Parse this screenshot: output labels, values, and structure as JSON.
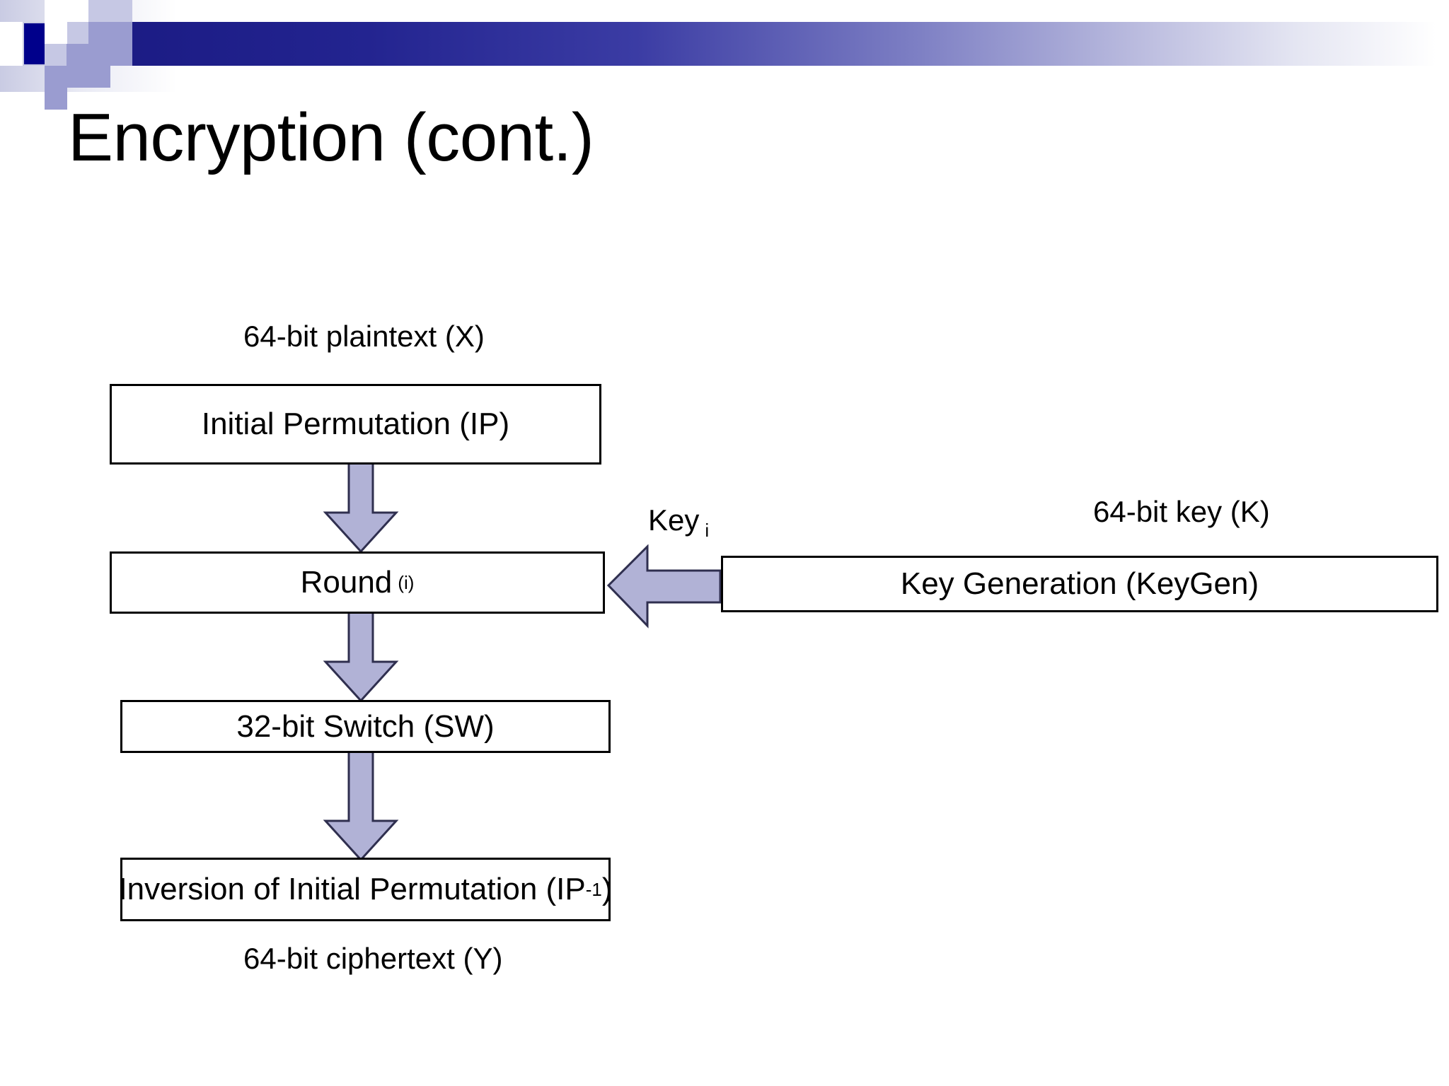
{
  "slide": {
    "title": "Encryption (cont.)"
  },
  "header": {
    "accent_dark": "#00008b",
    "accent_mid": "#9a9cd0",
    "accent_light": "#c6c8e4",
    "band_gradient_from": "#1b1b84",
    "band_gradient_to": "#ffffff"
  },
  "diagram": {
    "type": "flowchart",
    "fill_color": "#b1b2d6",
    "stroke_color": "#2f2f4f",
    "box_border_color": "#000000",
    "labels": {
      "plaintext": "64-bit plaintext (X)",
      "ciphertext": "64-bit ciphertext (Y)",
      "key_input": "64-bit key (K)",
      "key_arrow_base": "Key",
      "key_arrow_subscript": "i"
    },
    "boxes": [
      {
        "id": "ip",
        "label": "Initial Permutation (IP)"
      },
      {
        "id": "round",
        "label": "Round",
        "subscript": "(i)"
      },
      {
        "id": "sw",
        "label": "32-bit Switch (SW)"
      },
      {
        "id": "ipinv",
        "label_before": "Inversion of Initial Permutation (IP",
        "superscript": "-1",
        "label_after": ")"
      },
      {
        "id": "keygen",
        "label": "Key Generation (KeyGen)"
      }
    ],
    "arrows": [
      {
        "id": "ip-to-round",
        "direction": "down",
        "from": "ip",
        "to": "round"
      },
      {
        "id": "round-to-sw",
        "direction": "down",
        "from": "round",
        "to": "sw"
      },
      {
        "id": "sw-to-ipinv",
        "direction": "down",
        "from": "sw",
        "to": "ipinv"
      },
      {
        "id": "keygen-to-round",
        "direction": "left",
        "from": "keygen",
        "to": "round"
      }
    ]
  }
}
